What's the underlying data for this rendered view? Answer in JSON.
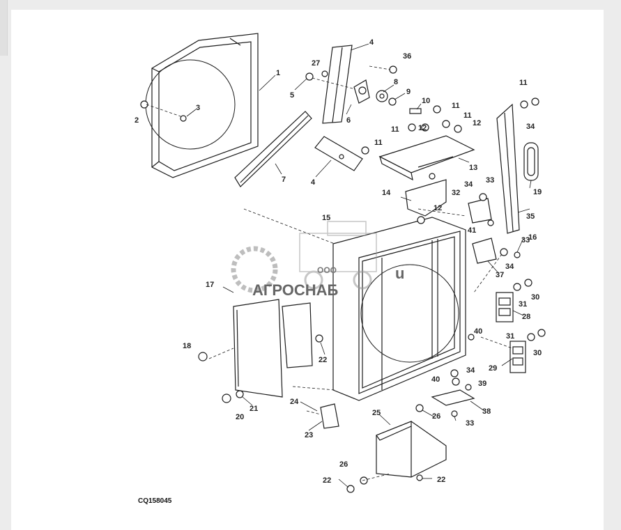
{
  "figure_id": "CQ158045",
  "watermark": {
    "line1": "ООО",
    "line2": "АГРОСНАБ",
    "suffix": "u"
  },
  "callouts": [
    "1",
    "2",
    "3",
    "4",
    "4",
    "5",
    "6",
    "7",
    "8",
    "9",
    "10",
    "11",
    "11",
    "11",
    "11",
    "11",
    "12",
    "12",
    "12",
    "13",
    "14",
    "15",
    "16",
    "17",
    "18",
    "19",
    "20",
    "21",
    "22",
    "22",
    "22",
    "23",
    "24",
    "25",
    "26",
    "26",
    "27",
    "28",
    "29",
    "30",
    "30",
    "31",
    "31",
    "32",
    "33",
    "33",
    "33",
    "34",
    "34",
    "34",
    "34",
    "35",
    "36",
    "37",
    "38",
    "39",
    "40",
    "40",
    "41"
  ]
}
